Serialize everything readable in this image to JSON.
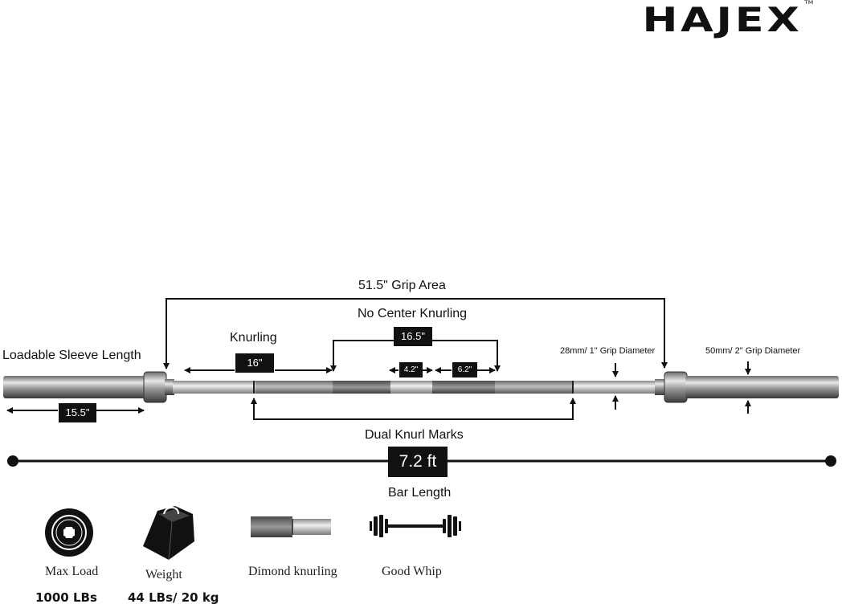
{
  "brand": {
    "name": "HAJEX",
    "tm": "TM"
  },
  "labels": {
    "grip_area": "51.5\" Grip Area",
    "no_center_knurling": "No Center Knurling",
    "knurling": "Knurling",
    "loadable_sleeve": "Loadable Sleeve Length",
    "grip_diameter_28": "28mm/ 1\" Grip Diameter",
    "grip_diameter_50": "50mm/ 2\" Grip Diameter",
    "dual_knurl_marks": "Dual Knurl Marks",
    "bar_length": "Bar Length"
  },
  "dimensions": {
    "center": "16.5\"",
    "knurling": "16\"",
    "left_inner": "4.2\"",
    "right_inner": "6.2\"",
    "sleeve": "15.5\"",
    "bar_length": "7.2 ft"
  },
  "features": [
    {
      "icon": "weight-plate-icon",
      "label": "Max Load",
      "value": "1000 LBs"
    },
    {
      "icon": "kettlebell-weight-icon",
      "label": "Weight",
      "value": "44 LBs/ 20 kg"
    },
    {
      "icon": "knurled-bar-icon",
      "label": "Dimond knurling",
      "value": ""
    },
    {
      "icon": "barbell-icon",
      "label": "Good Whip",
      "value": ""
    }
  ],
  "colors": {
    "ink": "#111111",
    "background": "#ffffff",
    "steel": "#b8b8b8"
  }
}
